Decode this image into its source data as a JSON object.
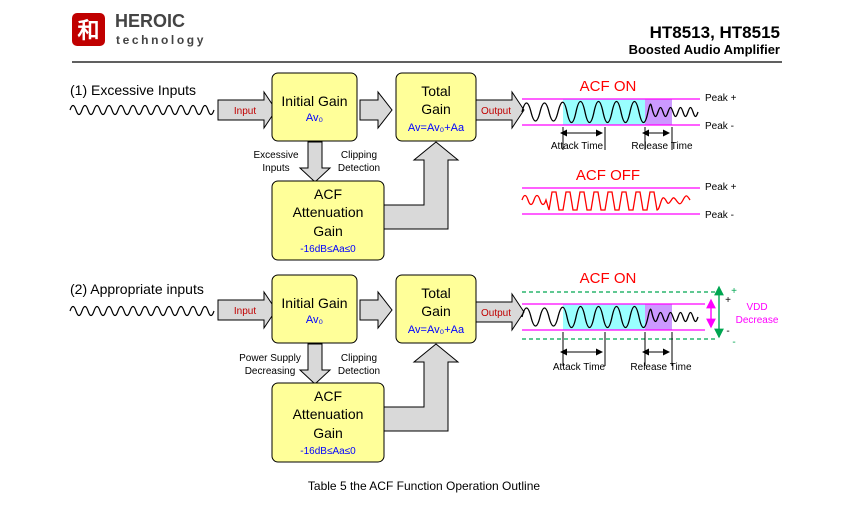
{
  "header": {
    "logo_seal_char": "和",
    "brand_top": "HEROIC",
    "brand_bottom": "technology",
    "part_numbers": "HT8513, HT8515",
    "subtitle": "Boosted Audio Amplifier"
  },
  "section1": {
    "label": "(1) Excessive Inputs",
    "input_label": "Input",
    "initial_gain": {
      "title": "Initial Gain",
      "value": "Av₀"
    },
    "total_gain": {
      "title1": "Total",
      "title2": "Gain",
      "formula": "Av=Av₀+Aa"
    },
    "output_label": "Output",
    "acf_block": {
      "line1": "ACF",
      "line2": "Attenuation",
      "line3": "Gain",
      "range": "-16dB≤Aa≤0"
    },
    "left_note": {
      "line1": "Excessive",
      "line2": "Inputs"
    },
    "right_note": {
      "line1": "Clipping",
      "line2": "Detection"
    },
    "acf_on": "ACF ON",
    "acf_off": "ACF OFF",
    "peak_plus": "Peak +",
    "peak_minus": "Peak -",
    "attack_time": "Attack Time",
    "release_time": "Release Time"
  },
  "section2": {
    "label": "(2) Appropriate inputs",
    "input_label": "Input",
    "initial_gain": {
      "title": "Initial Gain",
      "value": "Av₀"
    },
    "total_gain": {
      "title1": "Total",
      "title2": "Gain",
      "formula": "Av=Av₀+Aa"
    },
    "output_label": "Output",
    "acf_block": {
      "line1": "ACF",
      "line2": "Attenuation",
      "line3": "Gain",
      "range": "-16dB≤Aa≤0"
    },
    "left_note": {
      "line1": "Power Supply",
      "line2": "Decreasing"
    },
    "right_note": {
      "line1": "Clipping",
      "line2": "Detection"
    },
    "acf_on": "ACF ON",
    "vdd_line1": "VDD",
    "vdd_line2": "Decrease",
    "plus_sign": "+",
    "minus_sign": "-",
    "attack_time": "Attack Time",
    "release_time": "Release Time"
  },
  "caption": "Table 5 the ACF Function Operation Outline",
  "colors": {
    "block_fill": "#ffff99",
    "arrow_fill": "#d9d9d9",
    "input_text": "#c00000",
    "acf_text": "#ff0000",
    "magenta": "#ff00ff",
    "cyan_band": "#99ffff",
    "purple_band": "#cc99ff",
    "green_dash": "#00a651",
    "blue_text": "#0000ff",
    "brand_red": "#c00000"
  }
}
